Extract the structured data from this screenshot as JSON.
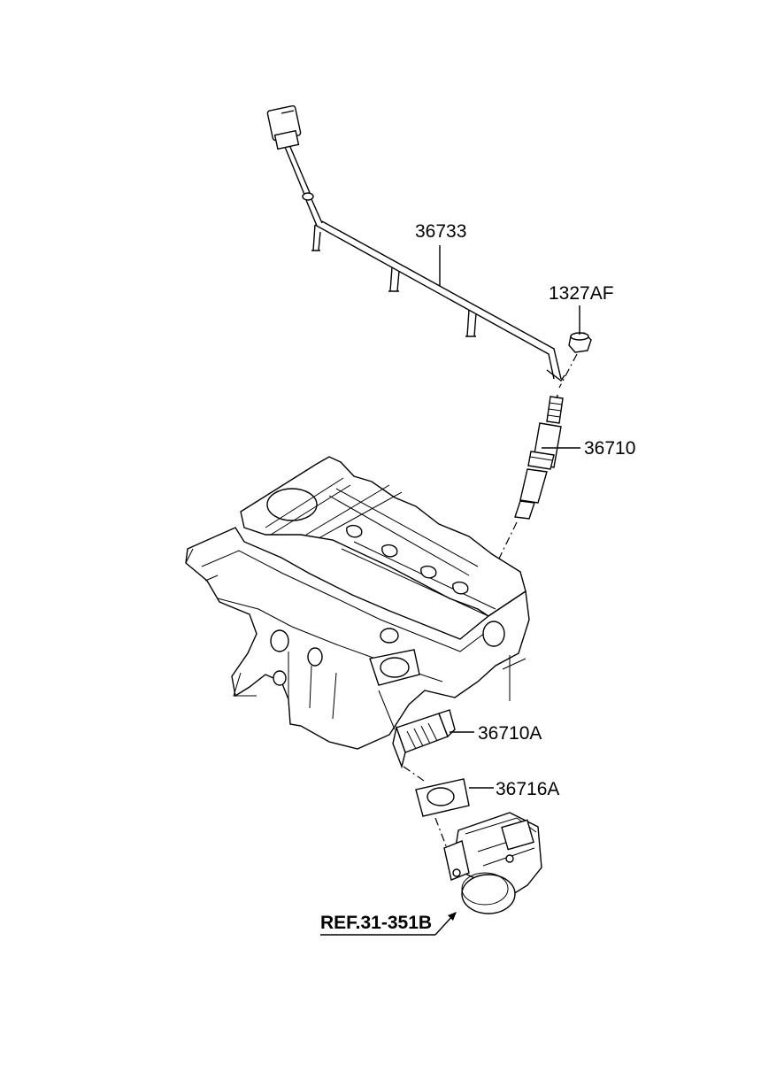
{
  "labels": {
    "p36733": "36733",
    "p1327AF": "1327AF",
    "p36710": "36710",
    "p36710A": "36710A",
    "p36716A": "36716A",
    "ref": "REF.31-351B"
  },
  "colors": {
    "line": "#000000",
    "background": "#ffffff"
  }
}
